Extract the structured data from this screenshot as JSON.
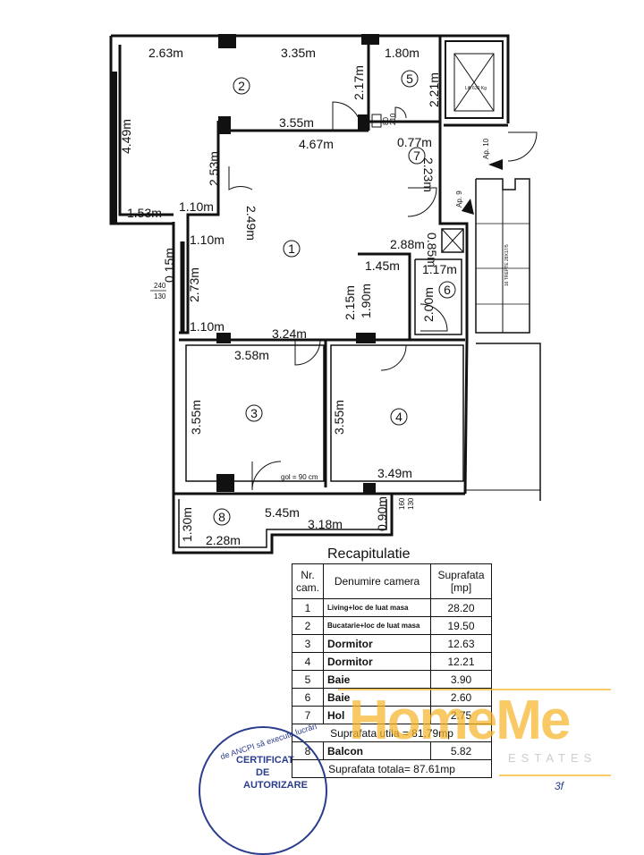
{
  "plan": {
    "dims": {
      "d_263": "2.63m",
      "d_335": "3.35m",
      "d_180": "1.80m",
      "d_449": "4.49m",
      "d_217": "2.17m",
      "d_221": "2.21m",
      "d_355a": "3.55m",
      "d_467": "4.67m",
      "d_077": "0.77m",
      "d_253": "2.53m",
      "d_249": "2.49m",
      "d_153": "1.53m",
      "d_110a": "1.10m",
      "d_110b": "1.10m",
      "d_015": "0.15m",
      "d_273": "2.73m",
      "d_223": "2.23m",
      "d_085": "0.85m",
      "d_288": "2.88m",
      "d_145": "1.45m",
      "d_117": "1.17m",
      "d_215": "2.15m",
      "d_190": "1.90m",
      "d_200": "2.00m",
      "d_110c": "1.10m",
      "d_324": "3.24m",
      "d_358": "3.58m",
      "d_355b": "3.55m",
      "d_355c": "3.55m",
      "d_349": "3.49m",
      "d_545": "5.45m",
      "d_318": "3.18m",
      "d_130": "1.30m",
      "d_228": "2.28m",
      "d_090": "0.90m"
    },
    "small": {
      "s_240": "240",
      "s_130a": "130",
      "s_80": "80",
      "s_210": "210",
      "s_160": "160",
      "s_130b": "130",
      "s_gol": "gol = 90 cm",
      "s_ap10": "Ap. 10",
      "s_ap9": "Ap. 9",
      "s_lift": "Lift 630 Kg",
      "s_stair": "16 TREPTE 28X17/5"
    },
    "rooms": {
      "r1": "1",
      "r2": "2",
      "r3": "3",
      "r4": "4",
      "r5": "5",
      "r6": "6",
      "r7": "7",
      "r8": "8"
    }
  },
  "recap": {
    "title": "Recapitulatie",
    "headers": [
      "Nr. cam.",
      "Denumire camera",
      "Suprafata [mp]"
    ],
    "rows": [
      {
        "nr": "1",
        "name": "Living+loc de luat masa",
        "area": "28.20"
      },
      {
        "nr": "2",
        "name": "Bucatarie+loc de luat masa",
        "area": "19.50"
      },
      {
        "nr": "3",
        "name": "Dormitor",
        "area": "12.63"
      },
      {
        "nr": "4",
        "name": "Dormitor",
        "area": "12.21"
      },
      {
        "nr": "5",
        "name": "Baie",
        "area": "3.90"
      },
      {
        "nr": "6",
        "name": "Baie",
        "area": "2.60"
      },
      {
        "nr": "7",
        "name": "Hol",
        "area": "2.75"
      }
    ],
    "useful_total": "Suprafata utila = 81.79mp",
    "balcony": {
      "nr": "8",
      "name": "Balcon",
      "area": "5.82"
    },
    "grand_total": "Suprafata totala= 87.61mp"
  },
  "watermark": {
    "brand": "HomeMe",
    "sub": "ESTATES"
  },
  "stamp": {
    "ring": "de ANCPI să execute lucrări",
    "line1": "CERTIFICAT",
    "line2": "DE",
    "line3": "AUTORIZARE"
  },
  "signature": "3f"
}
